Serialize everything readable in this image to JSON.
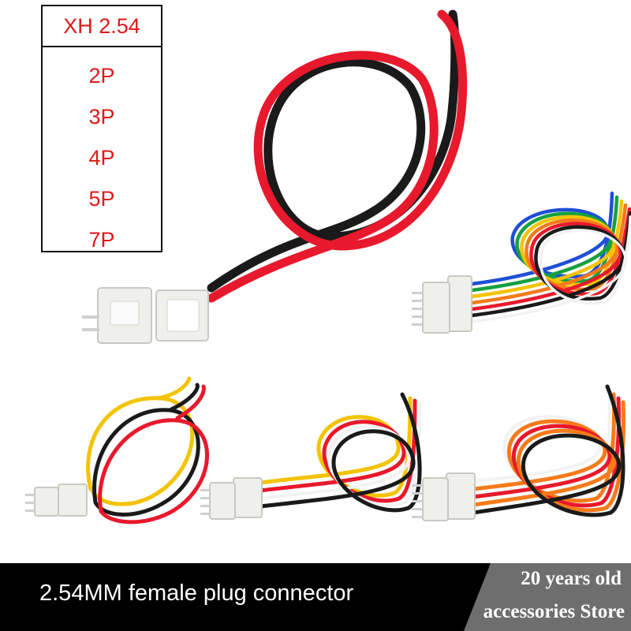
{
  "spec": {
    "header": "XH 2.54",
    "pin_options": [
      "2P",
      "3P",
      "4P",
      "5P",
      "7P"
    ]
  },
  "banner": {
    "caption": "2.54MM female plug connector",
    "store_line1": "20 years old",
    "store_line2": "accessories Store"
  },
  "colors": {
    "accent_red": "#e01818",
    "banner_black": "#000000",
    "badge_gray": "#6e6e6e",
    "wire_red": "#e8192c",
    "wire_black": "#1a1a1a",
    "wire_yellow": "#f3c300",
    "wire_orange": "#f57a1a",
    "wire_white": "#f2f2f2",
    "wire_green": "#16a040",
    "wire_blue": "#1f4fd6",
    "connector_white": "#efefeb"
  }
}
